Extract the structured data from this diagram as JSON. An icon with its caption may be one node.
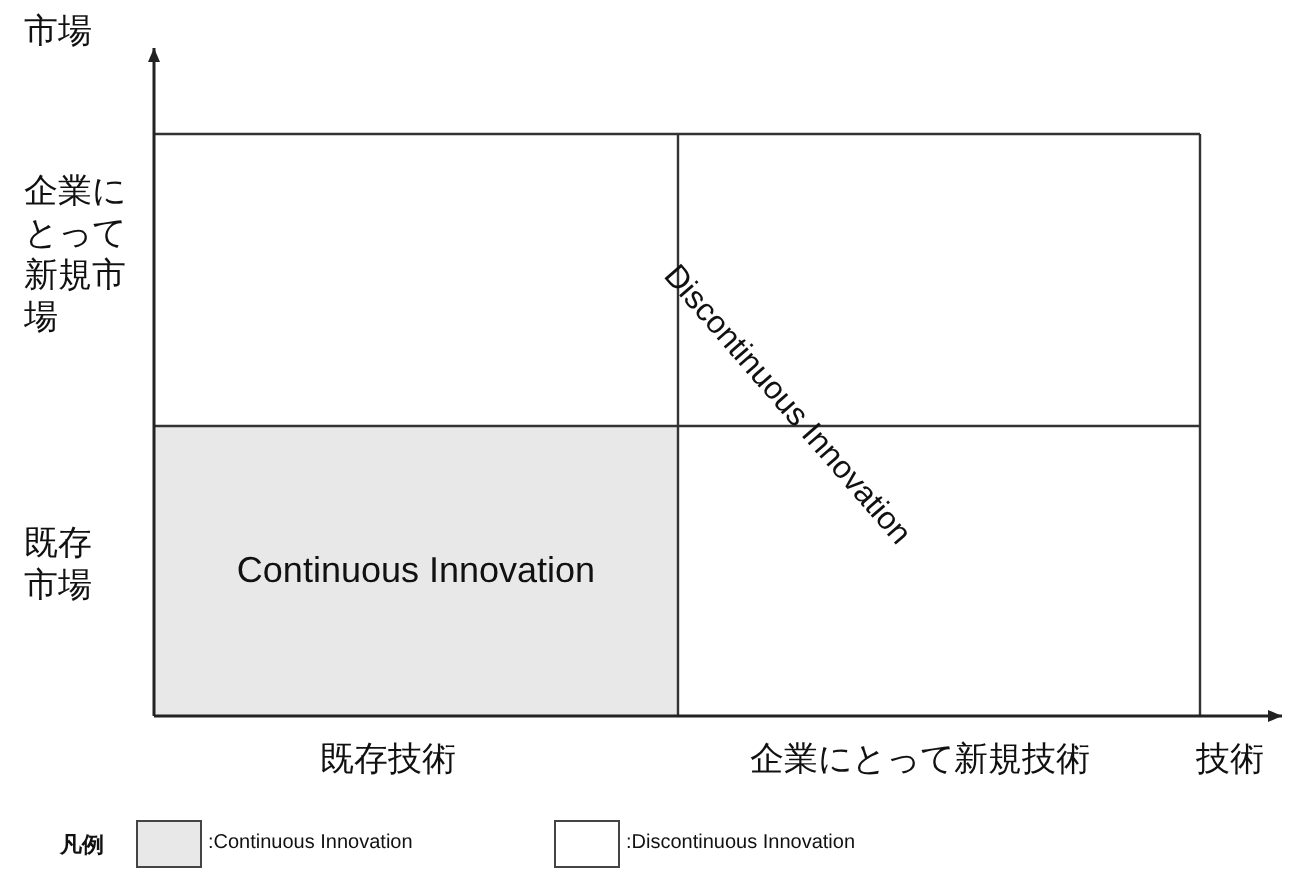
{
  "diagram": {
    "nodes": [
      {
        "text": [
          "Continuous Innovation"
        ]
      }
    ],
    "labels": [
      "市場",
      "企業にとって新規市場",
      "既存市場",
      "Discontinuous Innovation",
      "既存技術",
      "企業にとって新規技術",
      "技術",
      "凡例"
    ],
    "legend": [
      {
        "text": ":Continuous Innovation",
        "color": "#e8e8e8"
      },
      {
        "text": ":Discontinuous Innovation",
        "color": "#ffffff"
      }
    ]
  }
}
